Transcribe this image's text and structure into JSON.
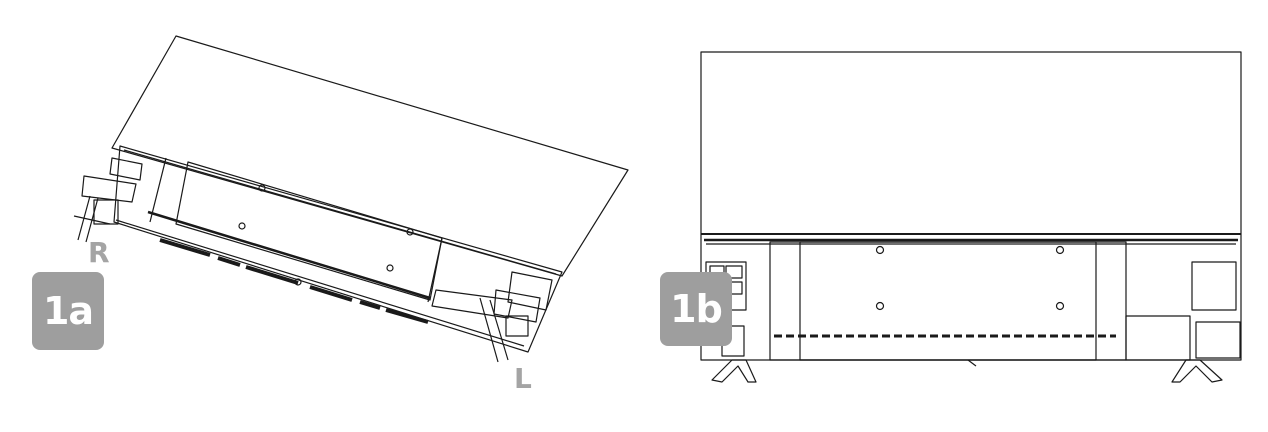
{
  "figures": [
    {
      "id": "1a",
      "step_label": "1a",
      "side_labels": {
        "right": "R",
        "left": "L"
      }
    },
    {
      "id": "1b",
      "step_label": "1b"
    }
  ],
  "colors": {
    "line": "#1a1a1a",
    "badge_bg": "#9e9e9e",
    "badge_text": "#ffffff",
    "side_label": "#a4a4a4"
  }
}
